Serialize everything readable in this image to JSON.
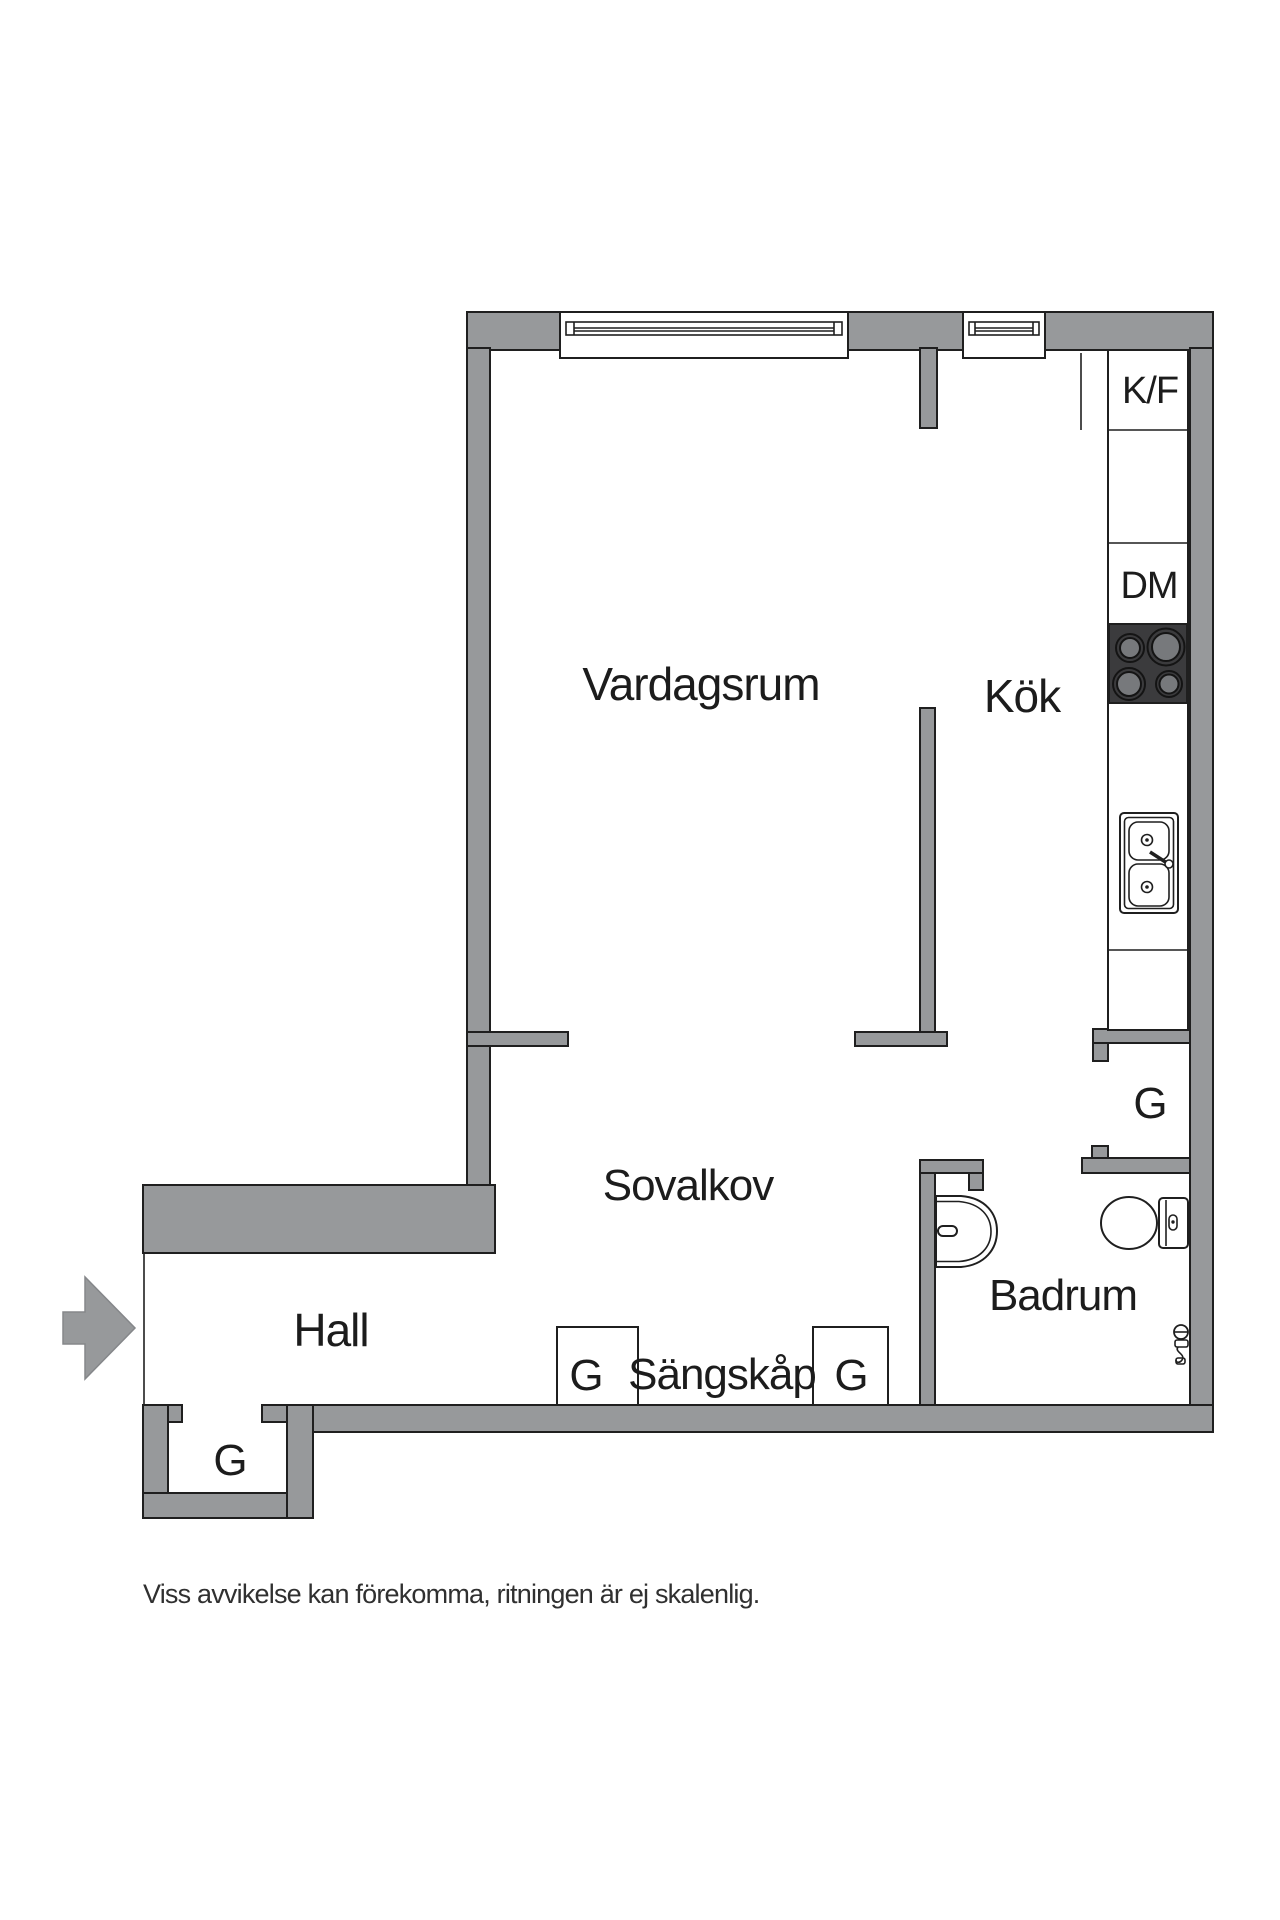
{
  "floorplan": {
    "rooms": {
      "vardagsrum": {
        "label": "Vardagsrum"
      },
      "kok": {
        "label": "Kök"
      },
      "sovalkov": {
        "label": "Sovalkov"
      },
      "hall": {
        "label": "Hall"
      },
      "badrum": {
        "label": "Badrum"
      },
      "sangskap": {
        "label": "Sängskåp"
      }
    },
    "markers": {
      "wardrobe": "G",
      "fridge_freezer": "K/F",
      "dishwasher": "DM"
    },
    "fixtures": {
      "stove": "stove-4-burners-icon",
      "kitchen_sink": "double-bowl-sink-icon",
      "bathroom_sink": "wash-basin-icon",
      "toilet": "toilet-icon",
      "shower": "shower-mixer-icon",
      "entry": "entry-arrow-icon",
      "windows": "window-icon"
    },
    "disclaimer": "Viss avvikelse kan förekomma, ritningen är ej skalenlig.",
    "colors": {
      "wall": "#97999b",
      "outline": "#1f1f1f",
      "stove": "#3b3b3d",
      "burner": "#77797c",
      "floor": "#ffffff",
      "text": "#1c1c1c"
    }
  }
}
